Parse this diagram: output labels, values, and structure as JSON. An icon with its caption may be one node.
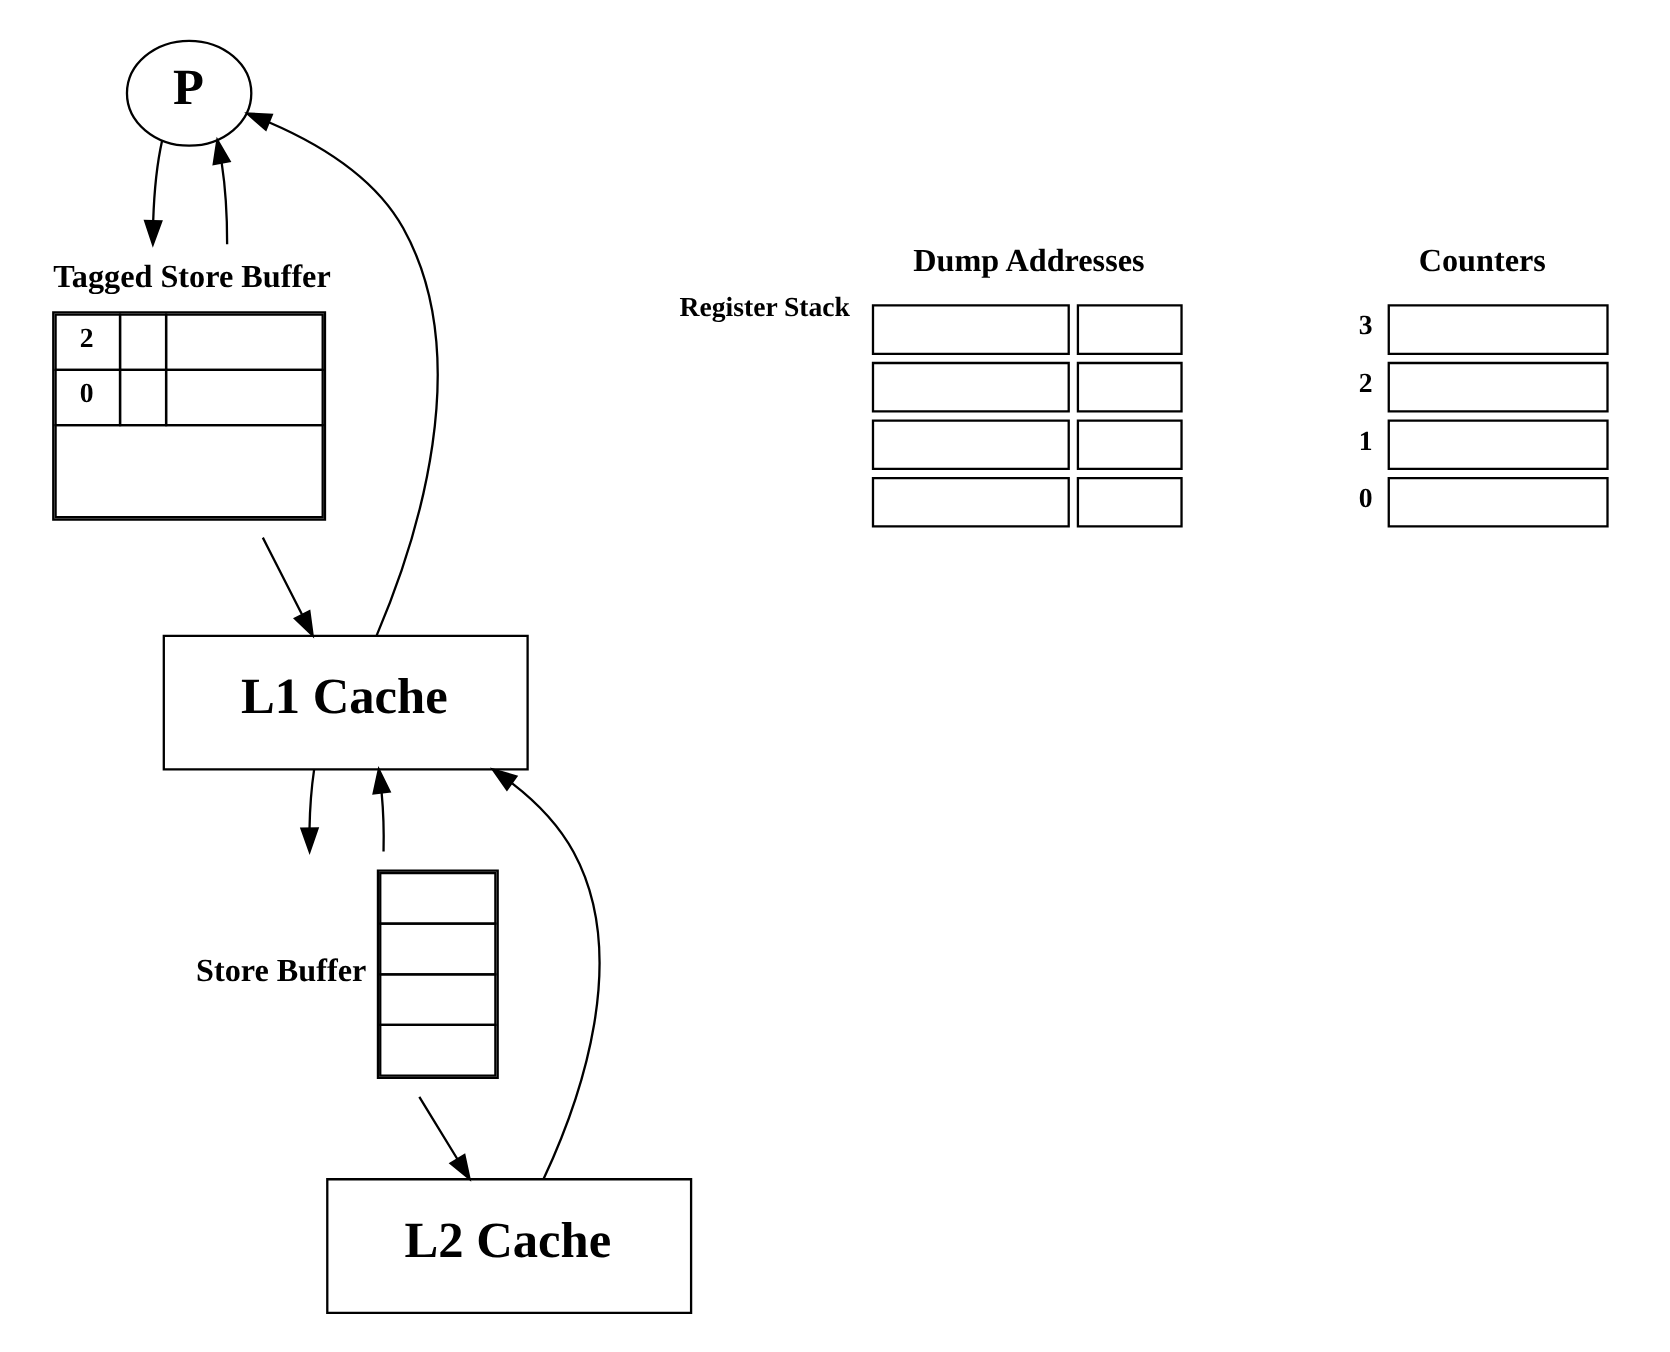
{
  "diagram": {
    "nodes": [
      {
        "text": [
          "P"
        ]
      },
      {
        "text": [
          "Tagged Store Buffer",
          "2",
          "0"
        ]
      },
      {
        "text": [
          "L1 Cache"
        ]
      },
      {
        "text": [
          "Store Buffer"
        ]
      },
      {
        "text": [
          "L2 Cache"
        ]
      },
      {
        "text": [
          "Dump Addresses",
          "Register Stack"
        ]
      },
      {
        "text": [
          "Counters",
          "3",
          "2",
          "1",
          "0"
        ]
      }
    ],
    "edges": [
      {
        "from": 0,
        "to": 1,
        "arrow": "to"
      },
      {
        "from": 1,
        "to": 2,
        "arrow": "to"
      },
      {
        "from": 2,
        "to": 0,
        "arrow": "to"
      },
      {
        "from": 1,
        "to": 0,
        "arrow": "to"
      },
      {
        "from": 2,
        "to": 3,
        "arrow": "to"
      },
      {
        "from": 3,
        "to": 4,
        "arrow": "to"
      },
      {
        "from": 4,
        "to": 2,
        "arrow": "to"
      },
      {
        "from": 3,
        "to": 2,
        "arrow": "to"
      }
    ]
  }
}
